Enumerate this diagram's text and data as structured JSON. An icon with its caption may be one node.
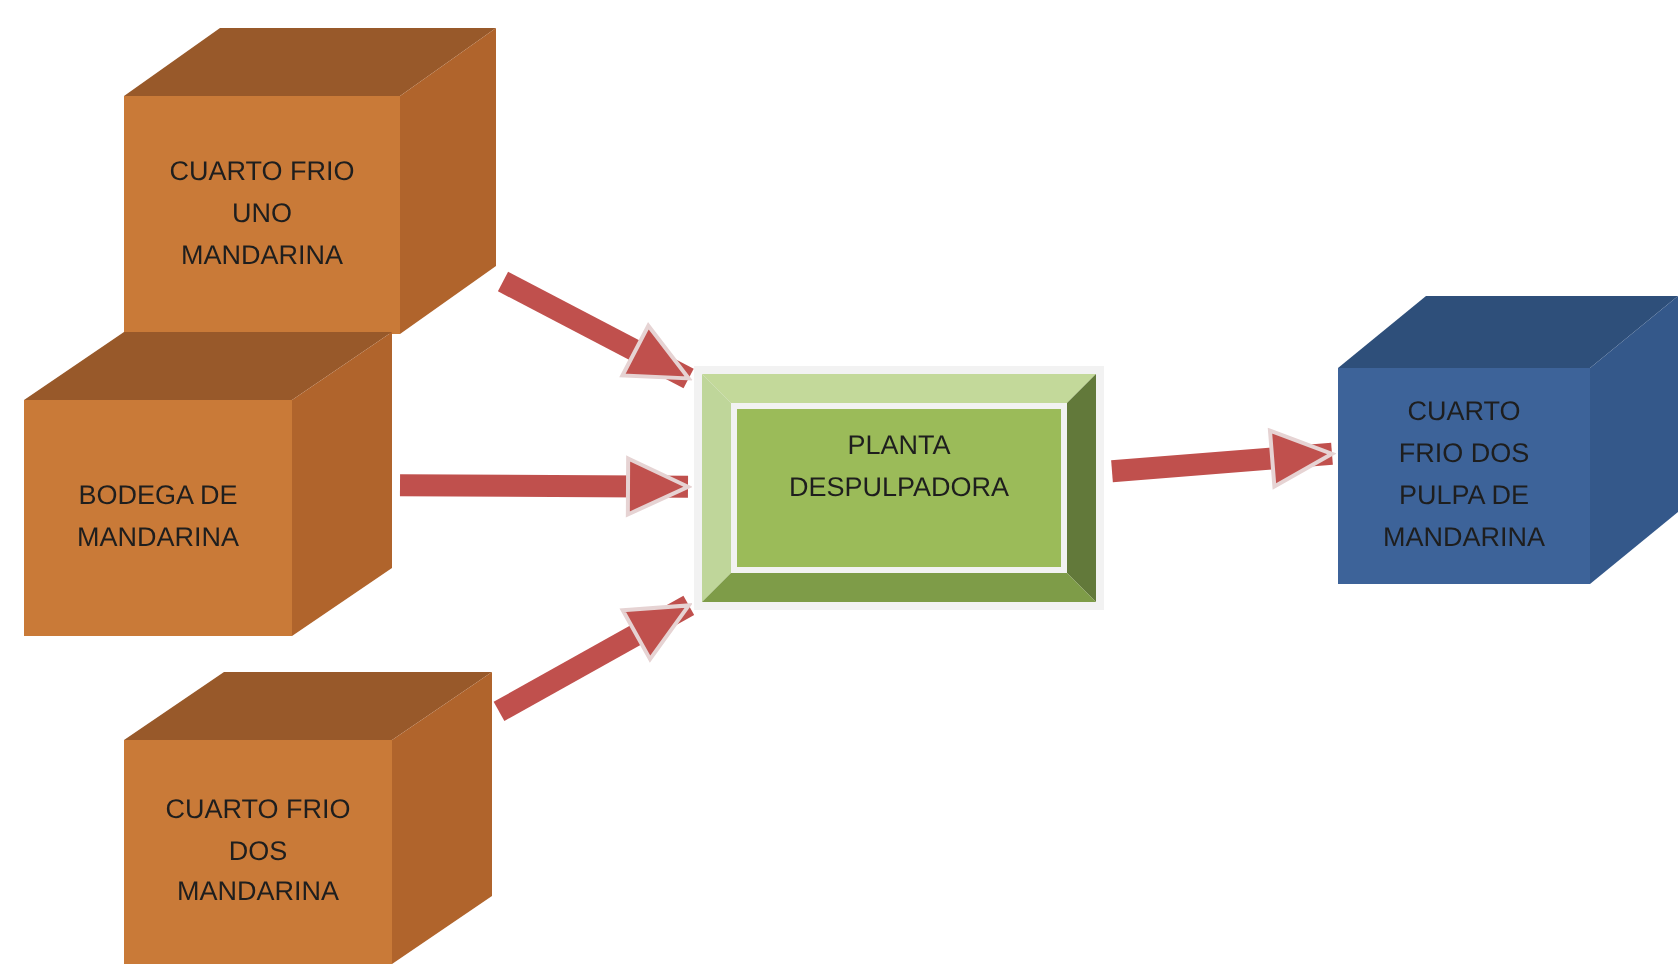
{
  "diagram": {
    "nodes": [
      {
        "text": [
          "CUARTO FRIO UNO MANDARINA"
        ]
      },
      {
        "text": [
          "BODEGA DE MANDARINA"
        ]
      },
      {
        "text": [
          "CUARTO FRIO DOS MANDARINA"
        ]
      },
      {
        "text": [
          "PLANTA DESPULPADORA"
        ]
      },
      {
        "text": [
          "CUARTO FRIO DOS PULPA DE MANDARINA"
        ]
      }
    ],
    "edges": [
      {
        "from": 0,
        "to": 3,
        "arrow": "to"
      },
      {
        "from": 1,
        "to": 3,
        "arrow": "to"
      },
      {
        "from": 2,
        "to": 3,
        "arrow": "to"
      },
      {
        "from": 3,
        "to": 4,
        "arrow": "to"
      }
    ]
  }
}
